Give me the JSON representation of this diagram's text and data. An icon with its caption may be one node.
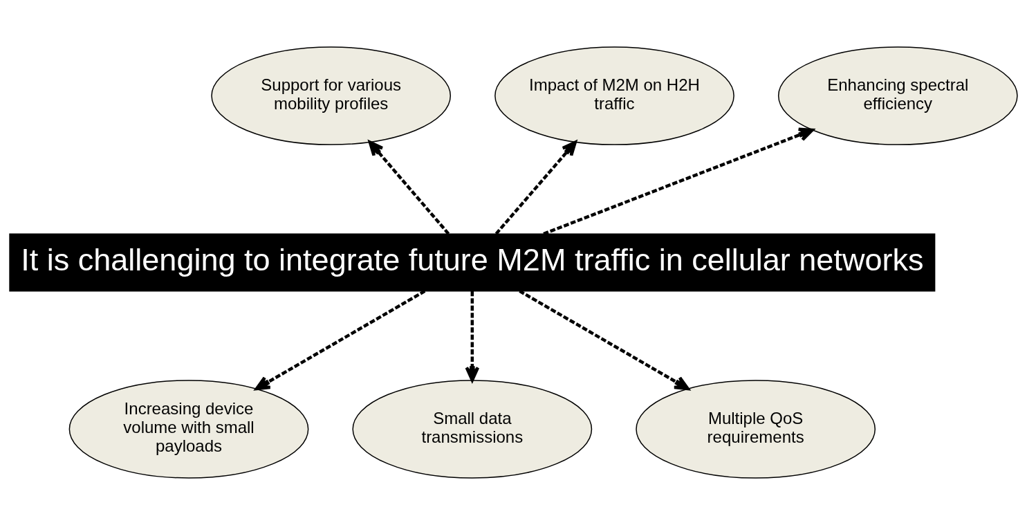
{
  "diagram": {
    "nodes": [
      {
        "text": [
          "Support for various mobility profiles"
        ]
      },
      {
        "text": [
          "Impact of M2M on H2H traffic"
        ]
      },
      {
        "text": [
          "Enhancing spectral efficiency"
        ]
      },
      {
        "text": [
          "It is challenging to integrate future M2M traffic in cellular networks"
        ]
      },
      {
        "text": [
          "Increasing device volume with small payloads"
        ]
      },
      {
        "text": [
          "Small data transmissions"
        ]
      },
      {
        "text": [
          "Multiple QoS requirements"
        ]
      }
    ],
    "edges": [
      {
        "from": 3,
        "to": 0,
        "arrow": "to",
        "style": "dashed"
      },
      {
        "from": 3,
        "to": 1,
        "arrow": "to",
        "style": "dashed"
      },
      {
        "from": 3,
        "to": 2,
        "arrow": "to",
        "style": "dashed"
      },
      {
        "from": 3,
        "to": 4,
        "arrow": "to",
        "style": "dashed"
      },
      {
        "from": 3,
        "to": 5,
        "arrow": "to",
        "style": "dashed"
      },
      {
        "from": 3,
        "to": 6,
        "arrow": "to",
        "style": "dashed"
      }
    ]
  }
}
